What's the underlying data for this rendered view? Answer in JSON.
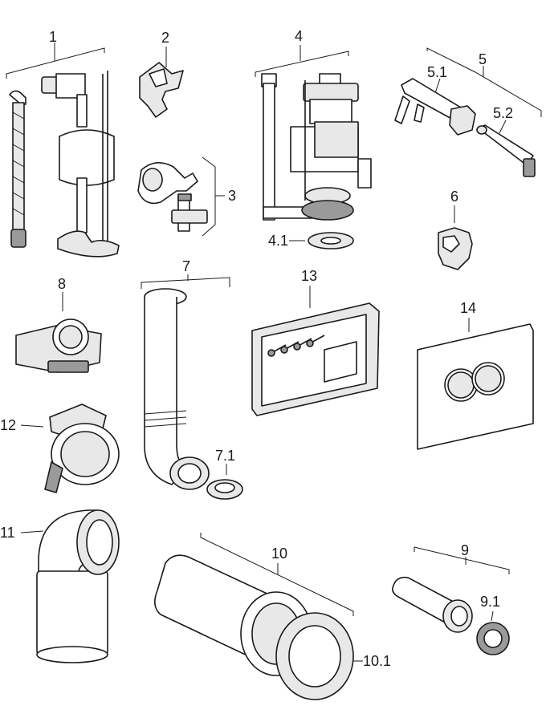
{
  "labels": {
    "p1": "1",
    "p2": "2",
    "p3": "3",
    "p4": "4",
    "p4_1": "4.1",
    "p5": "5",
    "p5_1": "5.1",
    "p5_2": "5.2",
    "p6": "6",
    "p7": "7",
    "p7_1": "7.1",
    "p8": "8",
    "p9": "9",
    "p9_1": "9.1",
    "p10": "10",
    "p10_1": "10.1",
    "p11": "11",
    "p12": "12",
    "p13": "13",
    "p14": "14"
  },
  "colors": {
    "line": "#1a1a1a",
    "part_fill": "#ffffff",
    "part_shade": "#e8e8e8",
    "part_dark": "#9a9a9a"
  }
}
